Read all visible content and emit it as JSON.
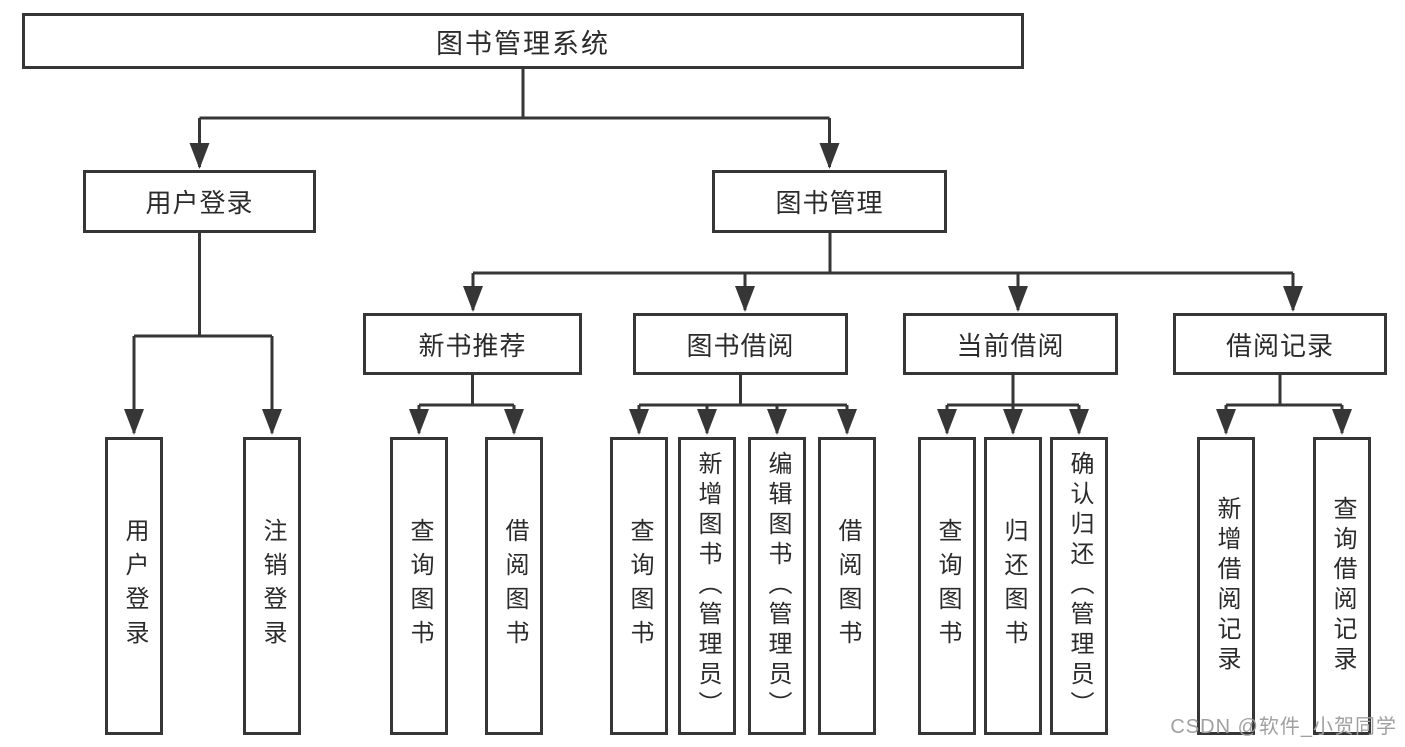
{
  "tree": {
    "root": {
      "label": "图书管理系统",
      "children": [
        {
          "label": "用户登录",
          "children": [
            {
              "label": "用户登录"
            },
            {
              "label": "注销登录"
            }
          ]
        },
        {
          "label": "图书管理",
          "children": [
            {
              "label": "新书推荐",
              "children": [
                {
                  "label": "查询图书"
                },
                {
                  "label": "借阅图书"
                }
              ]
            },
            {
              "label": "图书借阅",
              "children": [
                {
                  "label": "查询图书"
                },
                {
                  "label": "新增图书（管理员）"
                },
                {
                  "label": "编辑图书（管理员）"
                },
                {
                  "label": "借阅图书"
                }
              ]
            },
            {
              "label": "当前借阅",
              "children": [
                {
                  "label": "查询图书"
                },
                {
                  "label": "归还图书"
                },
                {
                  "label": "确认归还（管理员）"
                }
              ]
            },
            {
              "label": "借阅记录",
              "children": [
                {
                  "label": "新增借阅记录"
                },
                {
                  "label": "查询借阅记录"
                }
              ]
            }
          ]
        }
      ]
    }
  },
  "watermark": {
    "text": "CSDN @软件_小贺同学"
  },
  "colors": {
    "line": "#363636",
    "text": "#2b2b2b",
    "watermark": "#a0a0a0",
    "background": "#ffffff"
  }
}
